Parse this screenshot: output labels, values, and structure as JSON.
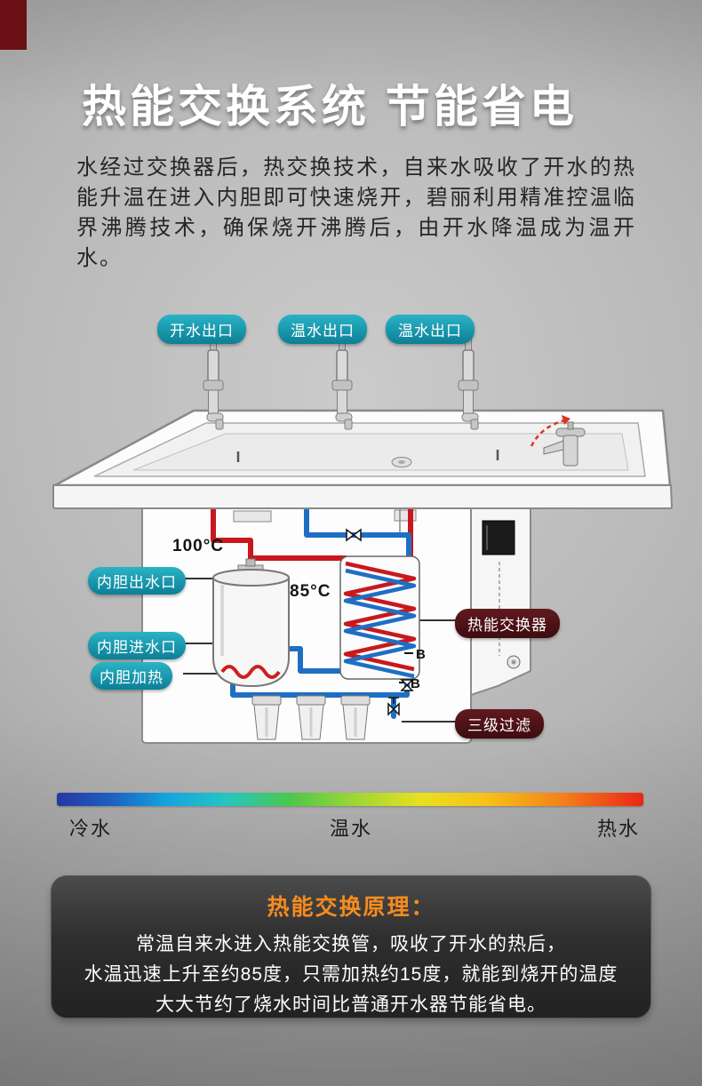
{
  "header": {
    "title": "热能交换系统  节能省电",
    "description": "水经过交换器后，热交换技术，自来水吸收了开水的热能升温在进入内胆即可快速烧开，碧丽利用精准控温临界沸腾技术，确保烧开沸腾后，由开水降温成为温开水。"
  },
  "diagram": {
    "outlets": [
      {
        "label": "开水出口"
      },
      {
        "label": "温水出口"
      },
      {
        "label": "温水出口"
      }
    ],
    "temperatures": {
      "boiling": "100°C",
      "warm": "85°C"
    },
    "left_labels": {
      "tank_outlet": "内胆出水口",
      "tank_inlet": "内胆进水口",
      "tank_heating": "内胆加热"
    },
    "right_labels": {
      "heat_exchanger": "热能交换器",
      "filtration": "三级过滤"
    },
    "port_marks": [
      "B",
      "B"
    ],
    "colors": {
      "hot_pipe": "#c8181d",
      "cold_pipe": "#1e6fc4",
      "teal_label": "#0f8196",
      "dark_label": "#511317"
    }
  },
  "legend": {
    "cold": "冷水",
    "warm": "温水",
    "hot": "热水",
    "gradient": [
      "#2936a0",
      "#1b5fc0",
      "#15a5e0",
      "#25c5c0",
      "#4ec84a",
      "#e8e020",
      "#f6c318",
      "#f4821a",
      "#ea2517"
    ]
  },
  "principle": {
    "title": "热能交换原理：",
    "body": "常温自来水进入热能交换管，吸收了开水的热后，\n水温迅速上升至约85度，只需加热约15度，就能到烧开的温度\n大大节约了烧水时间比普通开水器节能省电。"
  }
}
